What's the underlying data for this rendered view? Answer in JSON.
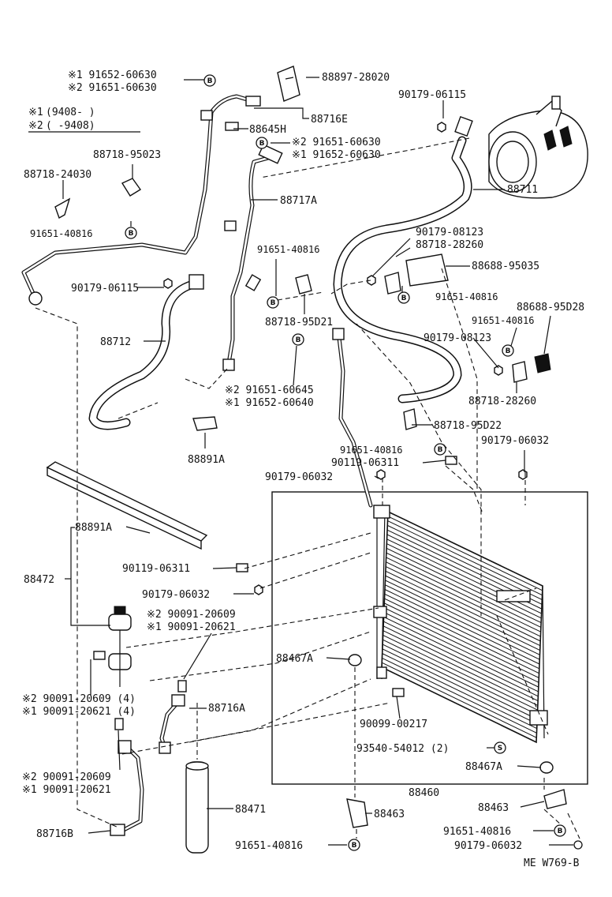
{
  "legend": {
    "row1_mark": "※1",
    "row1_range": "(9408-    )",
    "row2_mark": "※2",
    "row2_range": "(    -9408)"
  },
  "badge_letter": "B",
  "badge_letter_s": "S",
  "footer_code": "ME  W769-B",
  "labels": {
    "l01": "※1 91652-60630",
    "l02": "※2 91651-60630",
    "l03": "88897-28020",
    "l04": "88716E",
    "l05": "88645H",
    "l06": "※2  91651-60630",
    "l07": "※1  91652-60630",
    "l08": "90179-06115",
    "l09": "88718-95023",
    "l10": "88718-24030",
    "l11": "88717A",
    "l12": "88711",
    "l13": "91651-40816",
    "l14": "90179-08123",
    "l15": "88718-28260",
    "l16": "91651-40816",
    "l17": "88688-95035",
    "l18": "90179-06115",
    "l19": "91651-40816",
    "l20": "88688-95D28",
    "l21": "91651-40816",
    "l22": "88712",
    "l23": "88718-95D21",
    "l24": "90179-08123",
    "l25": "※2  91651-60645",
    "l26": "※1  91652-60640",
    "l27": "88718-28260",
    "l28": "88718-95D22",
    "l29": "88891A",
    "l30": "90179-06032",
    "l31": "91651-40816",
    "l32": "90119-06311",
    "l33": "90179-06032",
    "l34": "88891A",
    "l35": "88472",
    "l36": "90119-06311",
    "l37": "90179-06032",
    "l38": "※2  90091-20609",
    "l39": "※1  90091-20621",
    "l40": "88467A",
    "l41": "※2  90091-20609 (4)",
    "l42": "※1  90091-20621 (4)",
    "l43": "88716A",
    "l44": "90099-00217",
    "l45": "93540-54012 (2)",
    "l46": "88467A",
    "l47": "※2  90091-20609",
    "l48": "※1  90091-20621",
    "l49": "88460",
    "l50": "88471",
    "l51": "88463",
    "l52": "88463",
    "l53": "88716B",
    "l54": "91651-40816",
    "l55": "91651-40816",
    "l56": "90179-06032"
  }
}
